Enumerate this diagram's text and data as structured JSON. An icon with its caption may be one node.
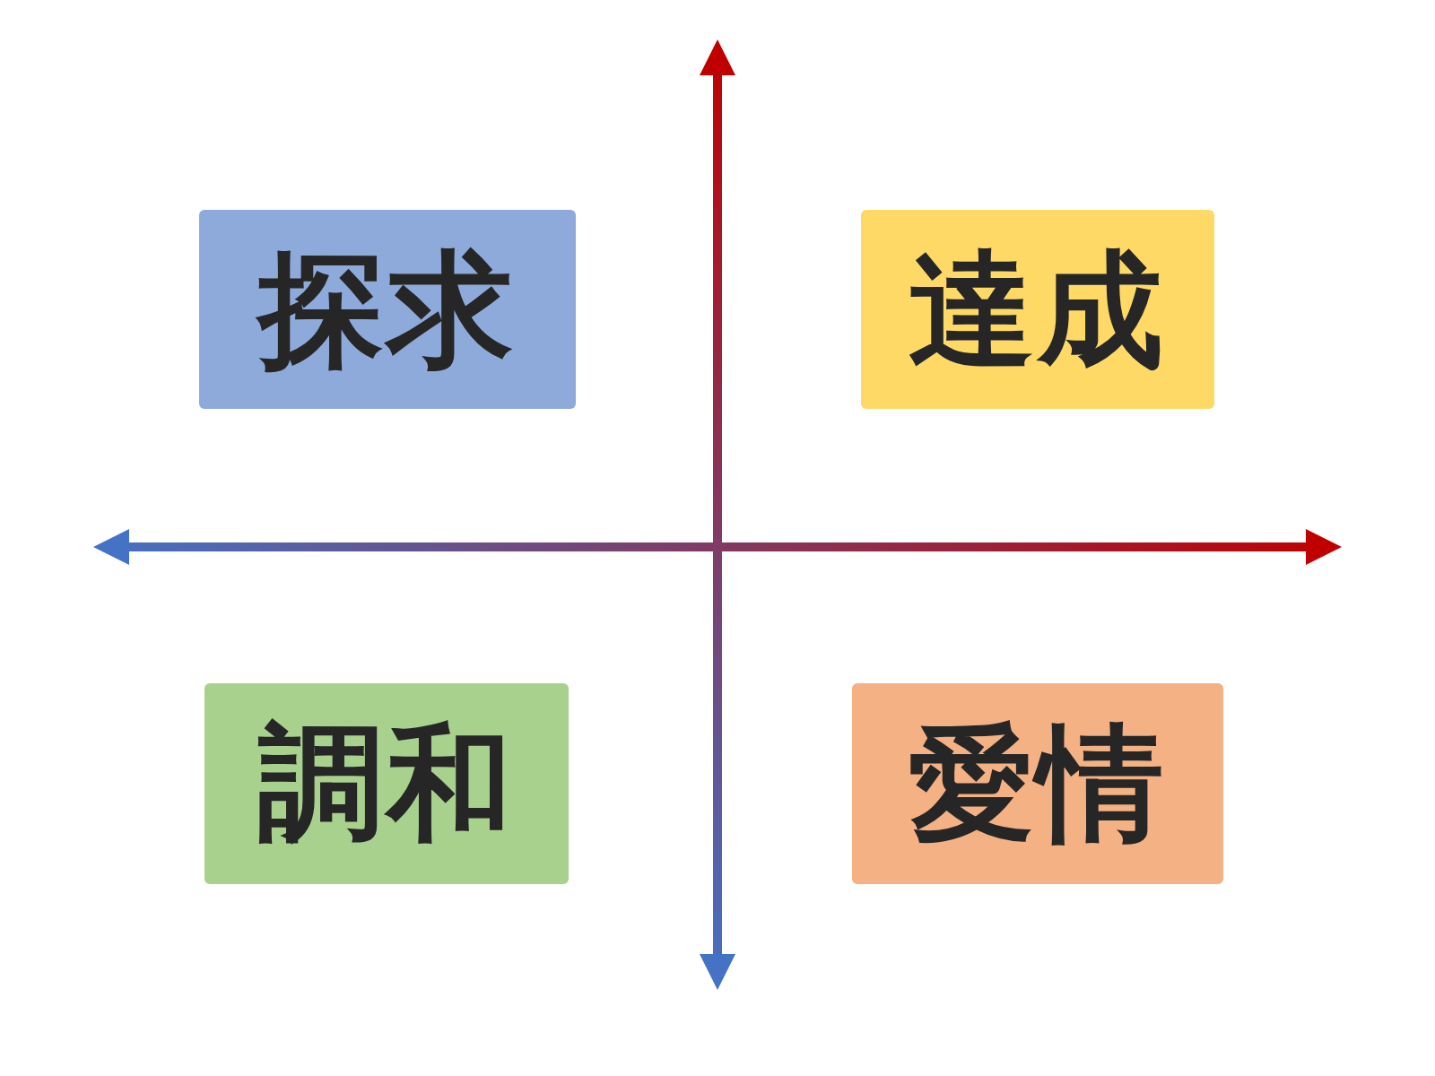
{
  "diagram": {
    "nodes": [
      {
        "text": [
          "探求"
        ]
      },
      {
        "text": [
          "達成"
        ]
      },
      {
        "text": [
          "調和"
        ]
      },
      {
        "text": [
          "愛情"
        ]
      }
    ]
  }
}
